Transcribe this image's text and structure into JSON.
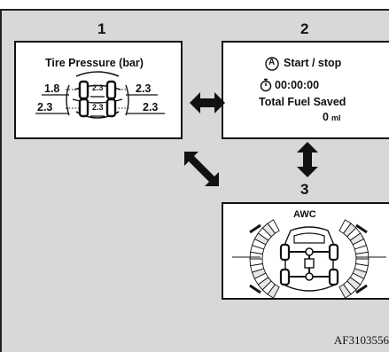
{
  "panels": [
    {
      "number": "1",
      "title": "Tire Pressure (bar)",
      "pressures": {
        "front_left": "1.8",
        "front_right": "2.3",
        "rear_left": "2.3",
        "rear_right": "2.3",
        "spare_front": "2.3",
        "spare_rear": "2.3"
      }
    },
    {
      "number": "2",
      "start_stop_label": "Start / stop",
      "button_glyph": "A",
      "timer": "00:00:00",
      "fuel_label": "Total Fuel Saved",
      "fuel_value": "0",
      "fuel_unit": "ml"
    },
    {
      "number": "3",
      "title": "AWC"
    }
  ],
  "figure_id": "AF3103556",
  "icons": [
    "double-arrow-horizontal-icon",
    "double-arrow-vertical-icon",
    "double-arrow-diagonal-icon",
    "stopwatch-icon",
    "car-outline-icon",
    "awc-gauge-icon",
    "drivetrain-icon"
  ]
}
